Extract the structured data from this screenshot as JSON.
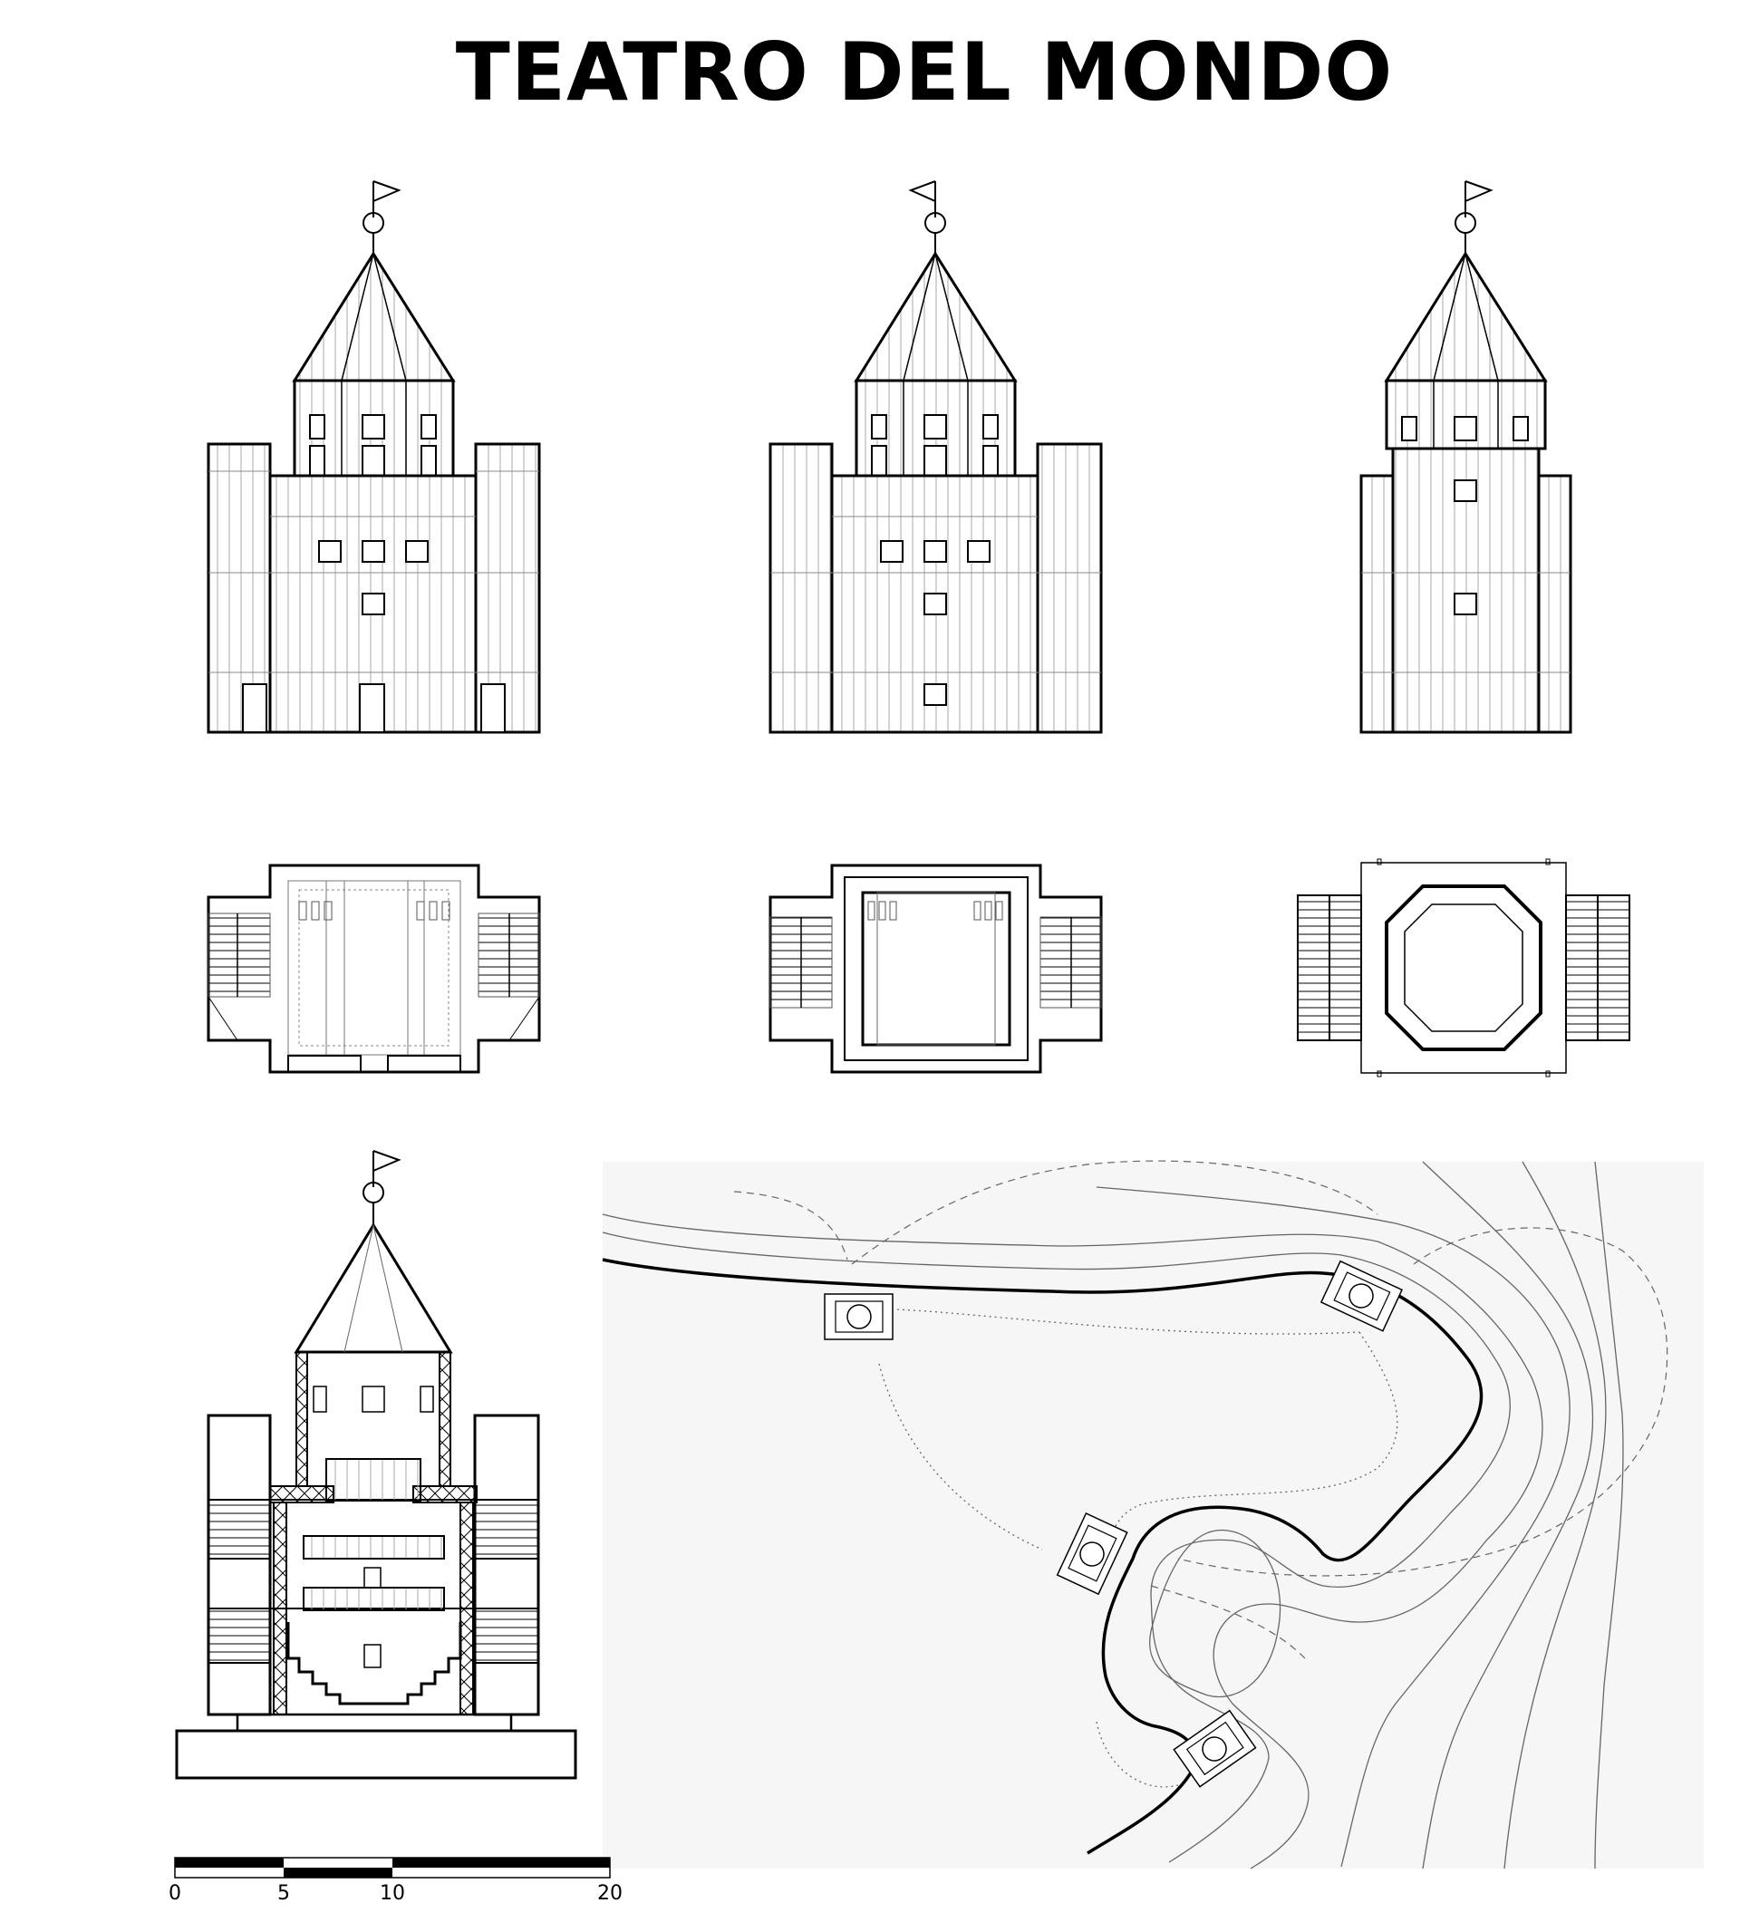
{
  "title": "TEATRO DEL MONDO",
  "scale_bar": {
    "ticks": [
      "0",
      "5",
      "10",
      "20"
    ],
    "values": [
      0,
      5,
      10,
      20
    ]
  },
  "views": [
    {
      "name": "elevation-front"
    },
    {
      "name": "elevation-rear"
    },
    {
      "name": "elevation-side"
    },
    {
      "name": "plan-ground"
    },
    {
      "name": "plan-upper"
    },
    {
      "name": "plan-roof"
    },
    {
      "name": "section"
    },
    {
      "name": "site-map"
    }
  ]
}
